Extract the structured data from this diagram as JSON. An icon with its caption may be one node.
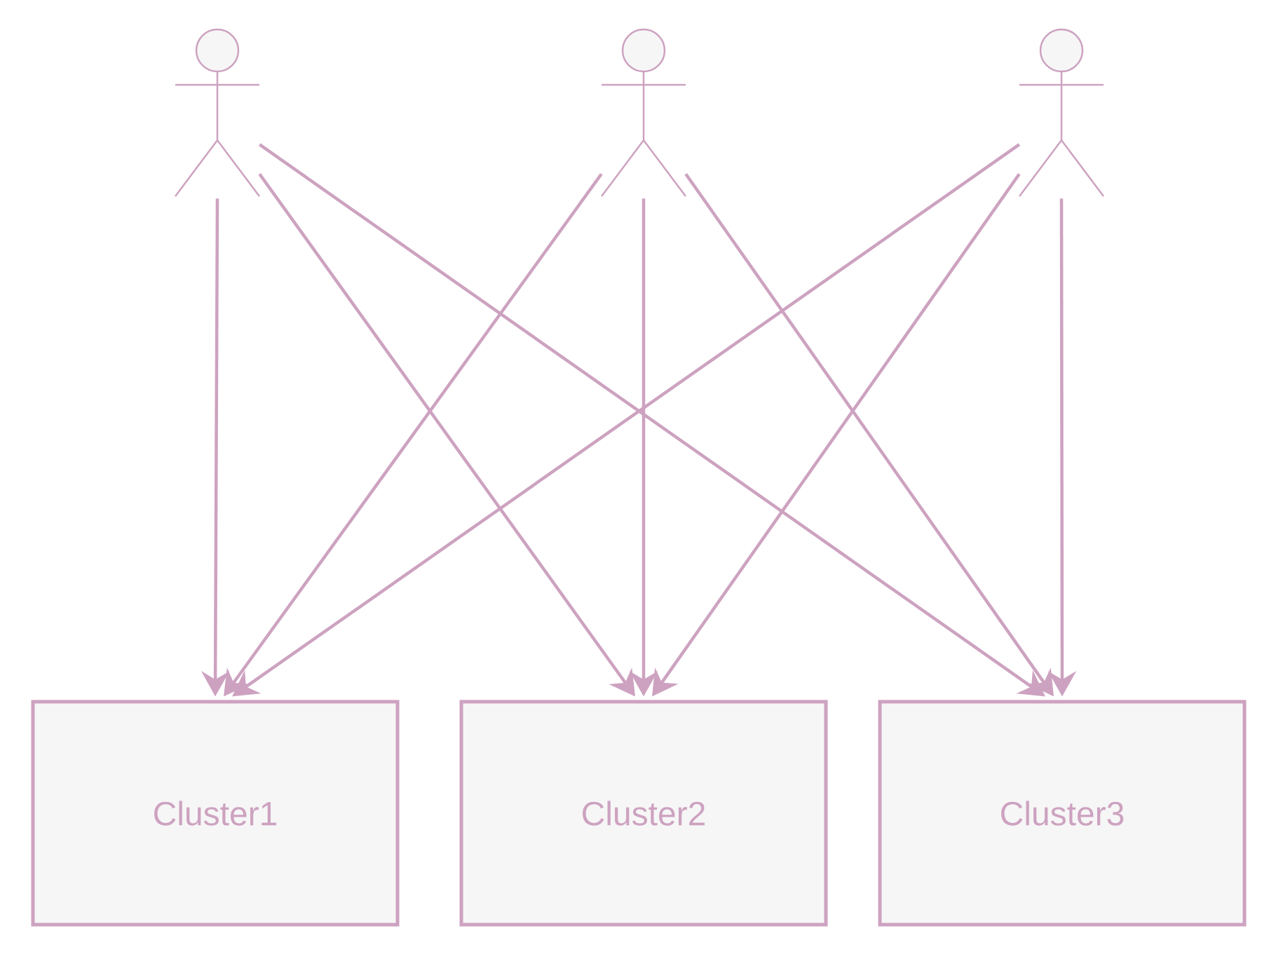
{
  "diagram": {
    "nodes": [
      {
        "text": [],
        "shape": "person"
      },
      {
        "text": [],
        "shape": "person"
      },
      {
        "text": [],
        "shape": "person"
      },
      {
        "text": [
          "Cluster1"
        ]
      },
      {
        "text": [
          "Cluster2"
        ]
      },
      {
        "text": [
          "Cluster3"
        ]
      }
    ],
    "edges": [
      {
        "from": 0,
        "to": 3,
        "arrow": "to"
      },
      {
        "from": 0,
        "to": 4,
        "arrow": "to"
      },
      {
        "from": 0,
        "to": 5,
        "arrow": "to"
      },
      {
        "from": 1,
        "to": 3,
        "arrow": "to"
      },
      {
        "from": 1,
        "to": 4,
        "arrow": "to"
      },
      {
        "from": 1,
        "to": 5,
        "arrow": "to"
      },
      {
        "from": 2,
        "to": 3,
        "arrow": "to"
      },
      {
        "from": 2,
        "to": 4,
        "arrow": "to"
      },
      {
        "from": 2,
        "to": 5,
        "arrow": "to"
      }
    ]
  }
}
